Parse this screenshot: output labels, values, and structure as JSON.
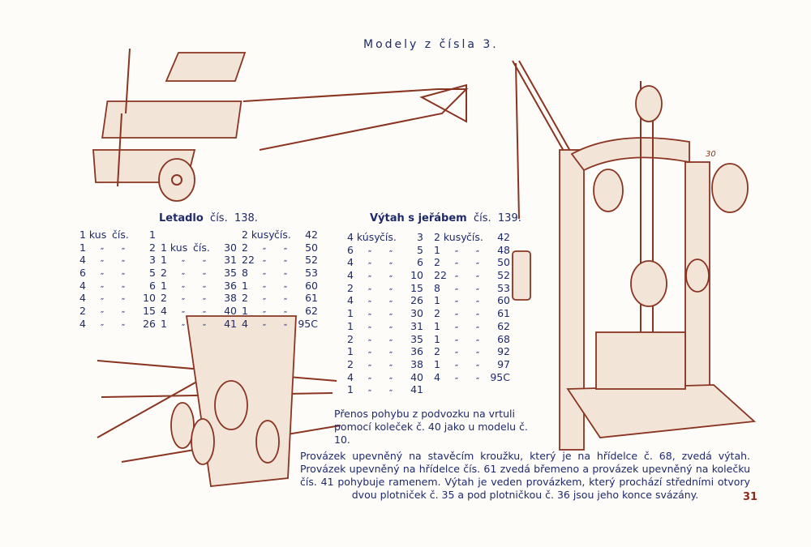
{
  "title": "Modely z čísla 3.",
  "illustration_label": "30",
  "letadlo": {
    "name": "Letadlo",
    "cis": "čís.",
    "number": "138.",
    "columns": [
      [
        {
          "q": "1",
          "u": "kus",
          "c": "čís.",
          "n": "1"
        },
        {
          "q": "1",
          "u": "„",
          "c": "„",
          "n": "2"
        },
        {
          "q": "4",
          "u": "„",
          "c": "„",
          "n": "3"
        },
        {
          "q": "6",
          "u": "„",
          "c": "„",
          "n": "5"
        },
        {
          "q": "4",
          "u": "„",
          "c": "„",
          "n": "6"
        },
        {
          "q": "4",
          "u": "„",
          "c": "„",
          "n": "10"
        },
        {
          "q": "2",
          "u": "„",
          "c": "„",
          "n": "15"
        },
        {
          "q": "4",
          "u": "„",
          "c": "„",
          "n": "26"
        }
      ],
      [
        {
          "q": "1",
          "u": "kus",
          "c": "čís.",
          "n": "30"
        },
        {
          "q": "1",
          "u": "„",
          "c": "„",
          "n": "31"
        },
        {
          "q": "2",
          "u": "„",
          "c": "„",
          "n": "35"
        },
        {
          "q": "1",
          "u": "„",
          "c": "„",
          "n": "36"
        },
        {
          "q": "2",
          "u": "„",
          "c": "„",
          "n": "38"
        },
        {
          "q": "4",
          "u": "„",
          "c": "„",
          "n": "40"
        },
        {
          "q": "1",
          "u": "„",
          "c": "„",
          "n": "41"
        }
      ],
      [
        {
          "q": "2",
          "u": "kusy",
          "c": "čís.",
          "n": "42"
        },
        {
          "q": "2",
          "u": "„",
          "c": "„",
          "n": "50"
        },
        {
          "q": "22",
          "u": "„",
          "c": "„",
          "n": "52"
        },
        {
          "q": "8",
          "u": "„",
          "c": "„",
          "n": "53"
        },
        {
          "q": "1",
          "u": "„",
          "c": "„",
          "n": "60"
        },
        {
          "q": "2",
          "u": "„",
          "c": "„",
          "n": "61"
        },
        {
          "q": "1",
          "u": "„",
          "c": "„",
          "n": "62"
        },
        {
          "q": "4",
          "u": "„",
          "c": "„",
          "n": "95C"
        }
      ]
    ]
  },
  "vytah": {
    "name": "Výtah s jeřábem",
    "cis": "čís.",
    "number": "139.",
    "columns": [
      [
        {
          "q": "4",
          "u": "kúsy",
          "c": "čís.",
          "n": "3"
        },
        {
          "q": "6",
          "u": "„",
          "c": "„",
          "n": "5"
        },
        {
          "q": "4",
          "u": "„",
          "c": "„",
          "n": "6"
        },
        {
          "q": "4",
          "u": "„",
          "c": "„",
          "n": "10"
        },
        {
          "q": "2",
          "u": "„",
          "c": "„",
          "n": "15"
        },
        {
          "q": "4",
          "u": "„",
          "c": "„",
          "n": "26"
        },
        {
          "q": "1",
          "u": "„",
          "c": "„",
          "n": "30"
        },
        {
          "q": "1",
          "u": "„",
          "c": "„",
          "n": "31"
        },
        {
          "q": "2",
          "u": "„",
          "c": "„",
          "n": "35"
        },
        {
          "q": "1",
          "u": "„",
          "c": "„",
          "n": "36"
        },
        {
          "q": "2",
          "u": "„",
          "c": "„",
          "n": "38"
        },
        {
          "q": "4",
          "u": "„",
          "c": "„",
          "n": "40"
        },
        {
          "q": "1",
          "u": "„",
          "c": "„",
          "n": "41"
        }
      ],
      [
        {
          "q": "2",
          "u": "kusy",
          "c": "čís.",
          "n": "42"
        },
        {
          "q": "1",
          "u": "„",
          "c": "„",
          "n": "48"
        },
        {
          "q": "2",
          "u": "„",
          "c": "„",
          "n": "50"
        },
        {
          "q": "22",
          "u": "„",
          "c": "„",
          "n": "52"
        },
        {
          "q": "8",
          "u": "„",
          "c": "„",
          "n": "53"
        },
        {
          "q": "1",
          "u": "„",
          "c": "„",
          "n": "60"
        },
        {
          "q": "2",
          "u": "„",
          "c": "„",
          "n": "61"
        },
        {
          "q": "1",
          "u": "„",
          "c": "„",
          "n": "62"
        },
        {
          "q": "1",
          "u": "„",
          "c": "„",
          "n": "68"
        },
        {
          "q": "2",
          "u": "„",
          "c": "„",
          "n": "92"
        },
        {
          "q": "1",
          "u": "„",
          "c": "„",
          "n": "97"
        },
        {
          "q": "4",
          "u": "„",
          "c": "„",
          "n": "95C"
        }
      ]
    ]
  },
  "note": "Přenos pohybu z podvozku na vrtuli pomocí koleček č. 40 jako u modelu č. 10.",
  "paragraph": "Provázek upevněný na stavěcím kroužku, který je na hřídelce č. 68, zvedá výtah. Provázek upevněný na hřídelce čís. 61 zvedá břemeno a provázek upevněný na kolečku čís. 41 pohybuje ramenem. Výtah je veden provázkem, který prochází středními otvory dvou plotniček č. 35 a pod plotničkou č. 36 jsou jeho konce svázány.",
  "page_number": "31",
  "colors": {
    "text": "#1f2a6b",
    "illustration": "#8a3522"
  }
}
